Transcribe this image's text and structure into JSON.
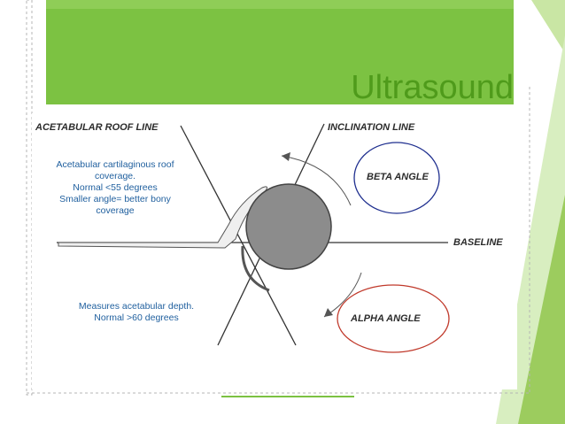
{
  "title": "Ultrasound",
  "labels": {
    "acetabular_roof_line": "ACETABULAR ROOF LINE",
    "inclination_line": "INCLINATION LINE",
    "beta_angle": "BETA ANGLE",
    "baseline": "BASELINE",
    "alpha_angle": "ALPHA ANGLE"
  },
  "notes": {
    "beta": {
      "line1": "Acetabular cartilaginous roof",
      "line2": "coverage.",
      "line3": "Normal <55 degrees",
      "line4": "Smaller angle= better bony",
      "line5": "coverage"
    },
    "alpha": {
      "line1": "Measures acetabular depth.",
      "line2": "Normal >60 degrees"
    }
  },
  "colors": {
    "accent_green": "#7cc242",
    "title_green": "#4f9b1b",
    "note_blue": "#1f5f9e",
    "beta_circle": "#1f2f8f",
    "alpha_circle": "#c0392b"
  }
}
